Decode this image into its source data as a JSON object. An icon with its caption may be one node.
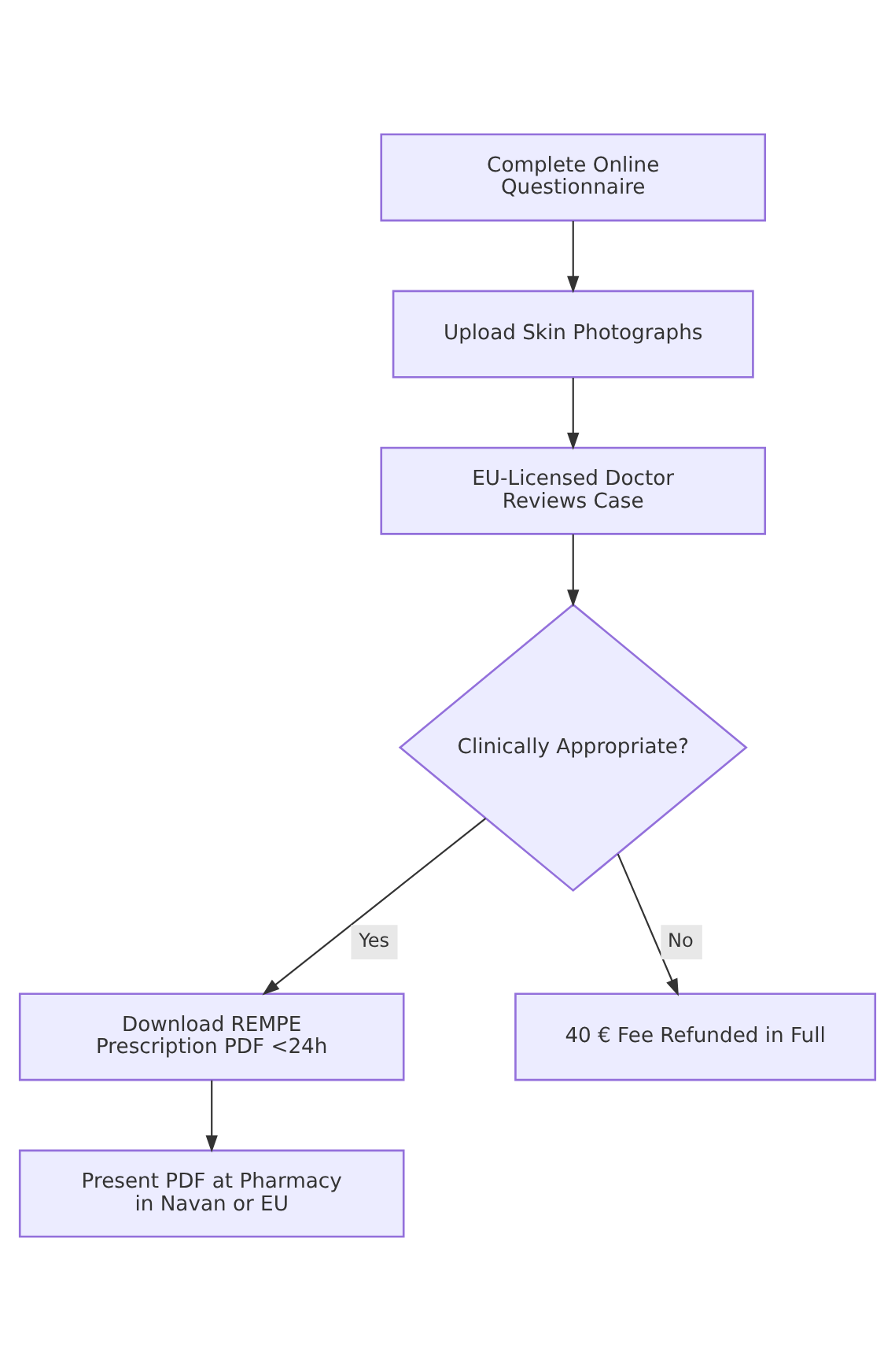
{
  "diagram": {
    "nodes": [
      {
        "text": [
          "Complete Online Questionnaire"
        ]
      },
      {
        "text": [
          "Upload Skin Photographs"
        ]
      },
      {
        "text": [
          "EU-Licensed Doctor Reviews Case"
        ]
      },
      {
        "text": [
          "Clinically Appropriate?"
        ]
      },
      {
        "text": [
          "Download REMPE Prescription PDF <24h"
        ]
      },
      {
        "text": [
          "40 € Fee Refunded in Full"
        ]
      },
      {
        "text": [
          "Present PDF at Pharmacy in Navan or EU"
        ]
      }
    ],
    "edges": [
      {
        "from": 0,
        "to": 1,
        "arrow": "to"
      },
      {
        "from": 1,
        "to": 2,
        "arrow": "to"
      },
      {
        "from": 2,
        "to": 3,
        "arrow": "to"
      },
      {
        "from": 3,
        "to": 4,
        "arrow": "to",
        "label": "Yes"
      },
      {
        "from": 3,
        "to": 5,
        "arrow": "to",
        "label": "No"
      },
      {
        "from": 4,
        "to": 6,
        "arrow": "to"
      }
    ]
  }
}
